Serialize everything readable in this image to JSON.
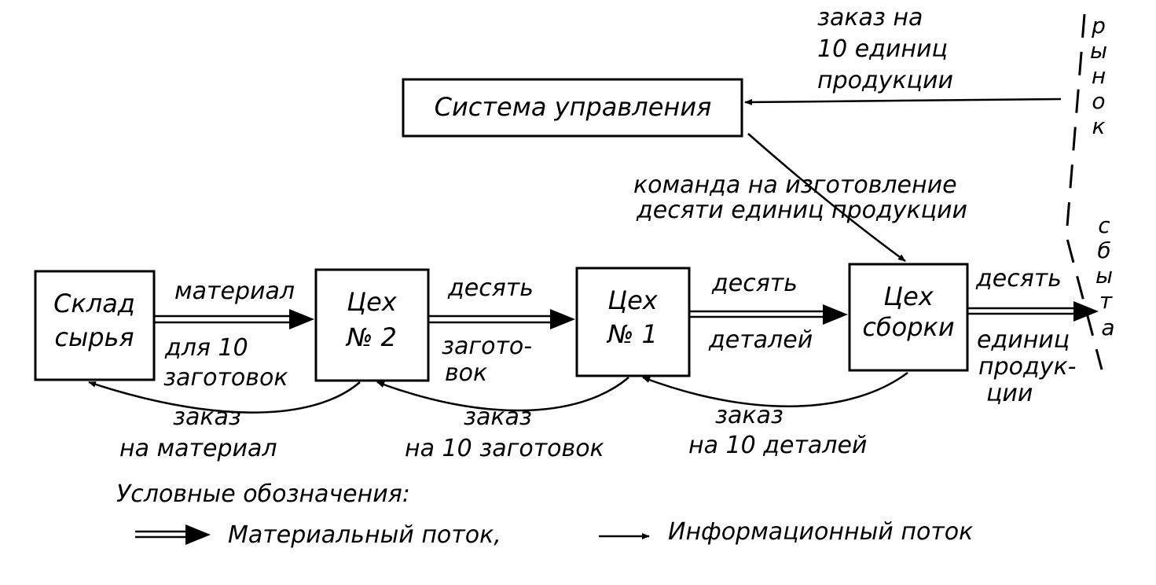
{
  "nodes": {
    "control": {
      "label": "Система управления"
    },
    "warehouse": {
      "line1": "Склад",
      "line2": "сырья"
    },
    "shop2": {
      "line1": "Цех",
      "line2": "№ 2"
    },
    "shop1": {
      "line1": "Цех",
      "line2": "№ 1"
    },
    "assembly": {
      "line1": "Цех",
      "line2": "сборки"
    }
  },
  "edges": {
    "market_order": {
      "line1": "заказ на",
      "line2": "10 единиц",
      "line3": "продукции"
    },
    "command": {
      "line1": "команда на изготовление",
      "line2": "десяти единиц продукции"
    },
    "mat1": {
      "above": "материал",
      "below1": "для 10",
      "below2": "заготовок"
    },
    "mat2": {
      "above": "десять",
      "below1": "загото-",
      "below2": "вок"
    },
    "mat3": {
      "above": "десять",
      "below": "деталей"
    },
    "mat4": {
      "above": "десять",
      "below1": "единиц",
      "below2": "продук-",
      "below3": "ции"
    },
    "order1": {
      "line1": "заказ",
      "line2": "на материал"
    },
    "order2": {
      "line1": "заказ",
      "line2": "на 10 заготовок"
    },
    "order3": {
      "line1": "заказ",
      "line2": "на 10 деталей"
    }
  },
  "market": {
    "upper": [
      "р",
      "ы",
      "н",
      "о",
      "к"
    ],
    "lower": [
      "с",
      "б",
      "ы",
      "т",
      "а"
    ]
  },
  "legend": {
    "title": "Условные обозначения:",
    "material": "Материальный поток,",
    "info": "Информационный поток"
  }
}
